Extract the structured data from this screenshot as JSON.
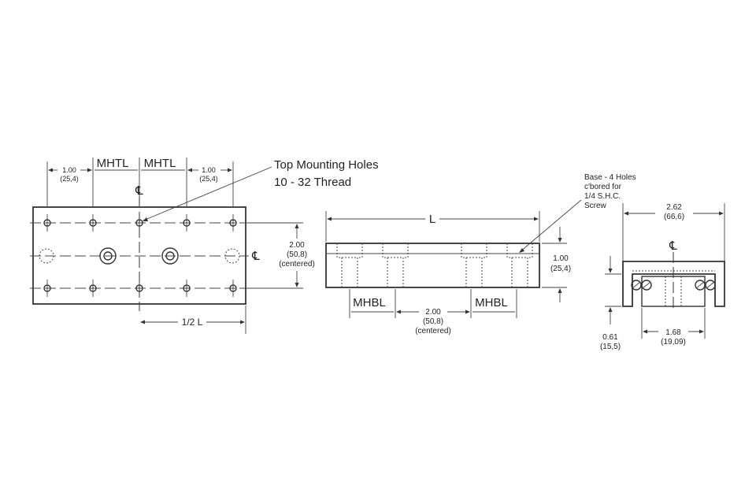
{
  "top_view": {
    "dim_left": "1.00",
    "dim_left_mm": "(25,4)",
    "mhtl_1": "MHTL",
    "mhtl_2": "MHTL",
    "dim_right": "1.00",
    "dim_right_mm": "(25,4)",
    "centerline_top": "℄",
    "centerline_right": "℄",
    "height_dim": "2.00",
    "height_dim_mm": "(50,8)",
    "height_note": "(centered)",
    "half_length": "1/2 L"
  },
  "callout_top_holes": {
    "line1": "Top Mounting Holes",
    "line2": "10 - 32 Thread"
  },
  "side_view": {
    "length_label": "L",
    "height_dim": "1.00",
    "height_dim_mm": "(25,4)",
    "mhbl_1": "MHBL",
    "mhbl_2": "MHBL",
    "spacing_dim": "2.00",
    "spacing_dim_mm": "(50,8)",
    "spacing_note": "(centered)"
  },
  "callout_base_holes": {
    "line1": "Base - 4 Holes",
    "line2": "c'bored for",
    "line3": "1/4 S.H.C.",
    "line4": "Screw"
  },
  "end_view": {
    "width_dim": "2.62",
    "width_dim_mm": "(66,6)",
    "centerline": "℄",
    "height_dim": "0.61",
    "height_dim_mm": "(15,5)",
    "inner_dim": "1.68",
    "inner_dim_mm": "(19,09)"
  }
}
